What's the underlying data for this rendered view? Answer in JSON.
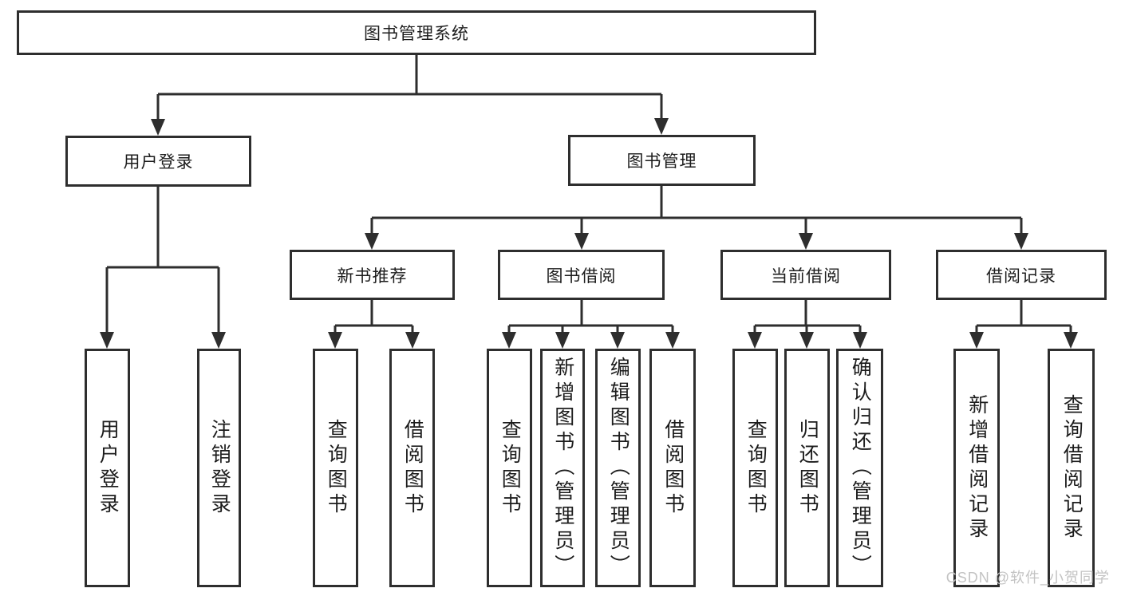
{
  "tree": {
    "root": {
      "label": "图书管理系统"
    },
    "branches": [
      {
        "label": "用户登录",
        "children": [
          {
            "label": "用户登录"
          },
          {
            "label": "注销登录"
          }
        ]
      },
      {
        "label": "图书管理",
        "children": [
          {
            "label": "新书推荐",
            "children": [
              {
                "label": "查询图书"
              },
              {
                "label": "借阅图书"
              }
            ]
          },
          {
            "label": "图书借阅",
            "children": [
              {
                "label": "查询图书"
              },
              {
                "label": "新增图书（管理员）"
              },
              {
                "label": "编辑图书（管理员）"
              },
              {
                "label": "借阅图书"
              }
            ]
          },
          {
            "label": "当前借阅",
            "children": [
              {
                "label": "查询图书"
              },
              {
                "label": "归还图书"
              },
              {
                "label": "确认归还（管理员）"
              }
            ]
          },
          {
            "label": "借阅记录",
            "children": [
              {
                "label": "新增借阅记录"
              },
              {
                "label": "查询借阅记录"
              }
            ]
          }
        ]
      }
    ]
  },
  "watermark": "CSDN @软件_小贺同学",
  "colors": {
    "line": "#2e2e2e",
    "text": "#1c1c1c",
    "watermark": "#c3c3c3",
    "background": "#ffffff"
  }
}
